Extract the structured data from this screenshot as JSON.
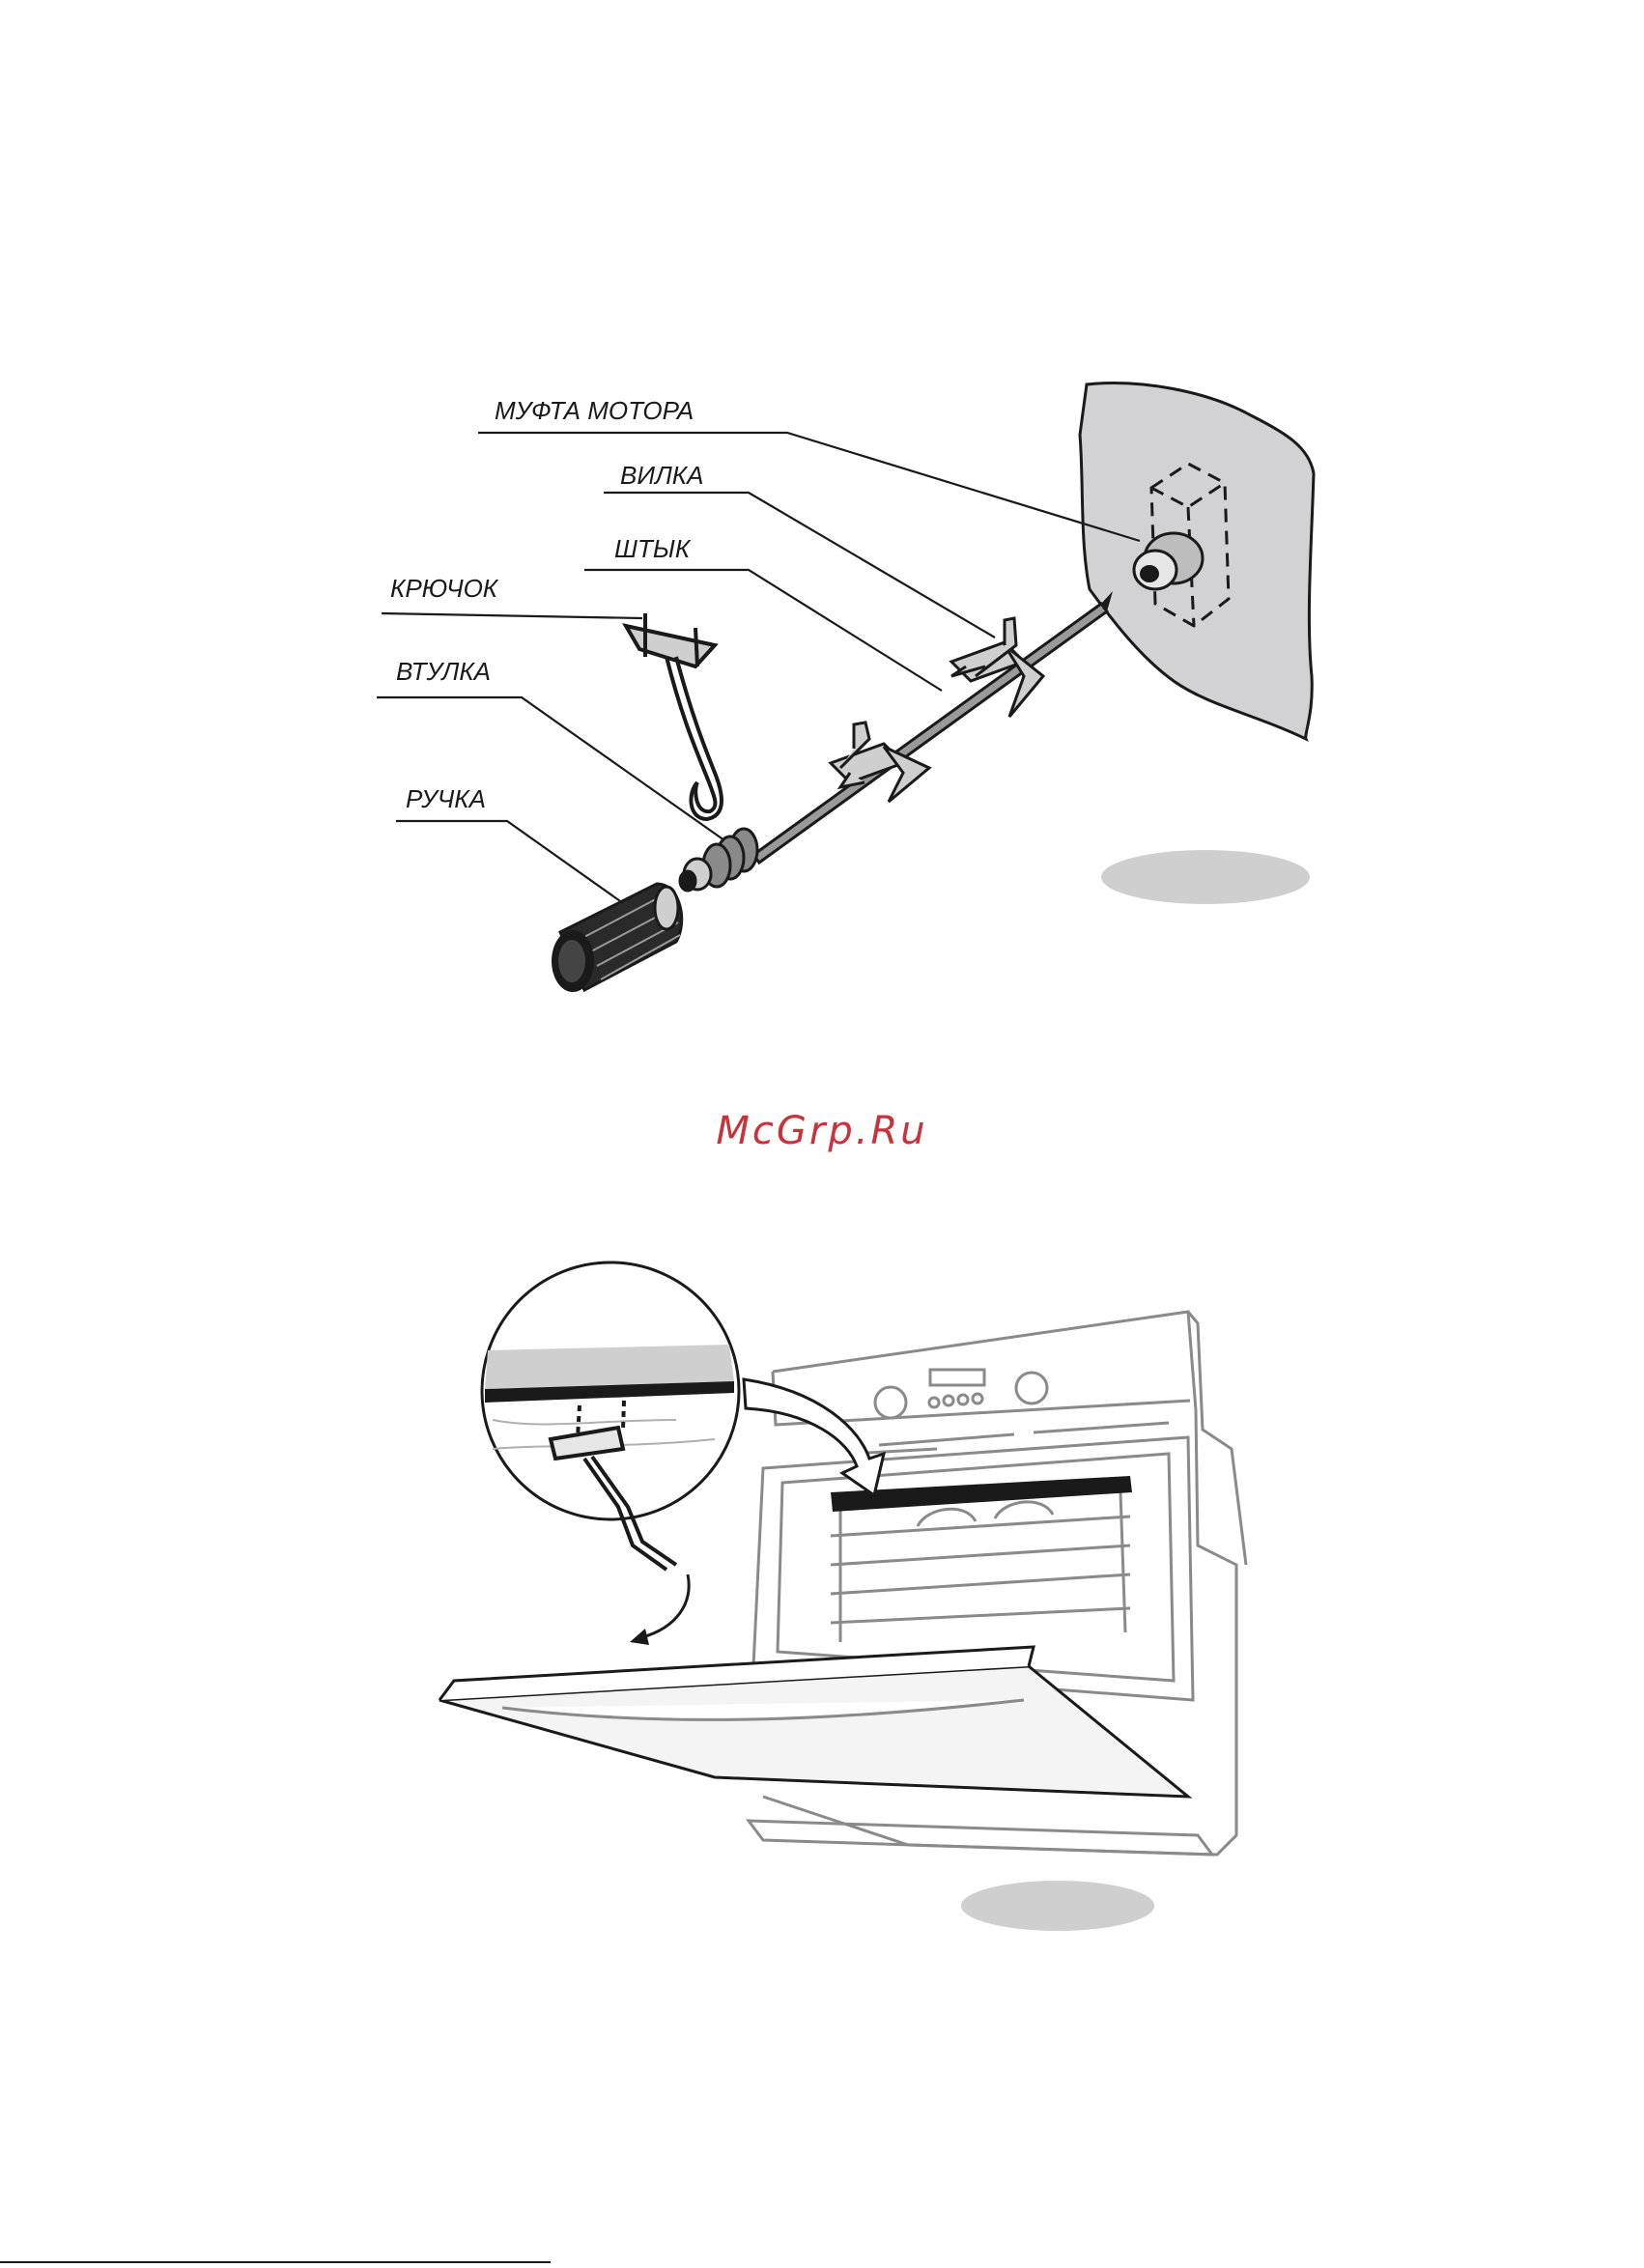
{
  "labels": {
    "motor_coupling": "МУФТА МОТОРА",
    "fork": "ВИЛКА",
    "spit": "ШТЫК",
    "hook": "КРЮЧОК",
    "bushing": "ВТУЛКА",
    "handle": "РУЧКА"
  },
  "watermark": "McGrp.Ru",
  "icons": {
    "rotisserie": "rotisserie-assembly-icon",
    "oven": "oven-illustration-icon",
    "detail": "magnified-detail-icon"
  },
  "colors": {
    "ink": "#1a1a1a",
    "wall_fill": "#d2d2d4",
    "oven_line": "#8a8a8a",
    "badge": "#cfcfcf",
    "watermark": "#c8323a"
  }
}
